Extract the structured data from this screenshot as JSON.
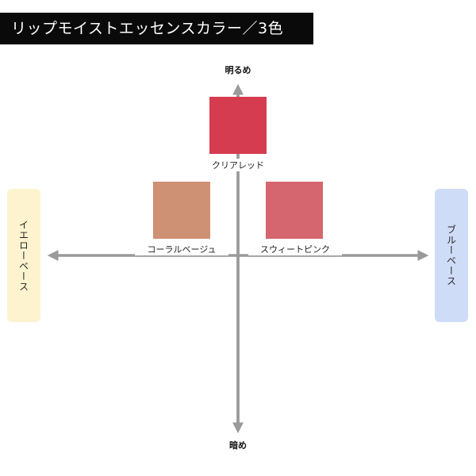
{
  "title": "リップモイストエッセンスカラー／3色",
  "axes": {
    "top": "明るめ",
    "bottom": "暗め",
    "left": "イエローベース",
    "right": "ブルーベース"
  },
  "colors": {
    "axis": "#9a9a9a",
    "yellow_base_bg": "#fdf3cf",
    "blue_base_bg": "#cfdcf7"
  },
  "swatches": [
    {
      "label": "クリアレッド",
      "color": "#d63c50"
    },
    {
      "label": "コーラルベージュ",
      "color": "#cf9173"
    },
    {
      "label": "スウィートピンク",
      "color": "#d5666f"
    }
  ]
}
